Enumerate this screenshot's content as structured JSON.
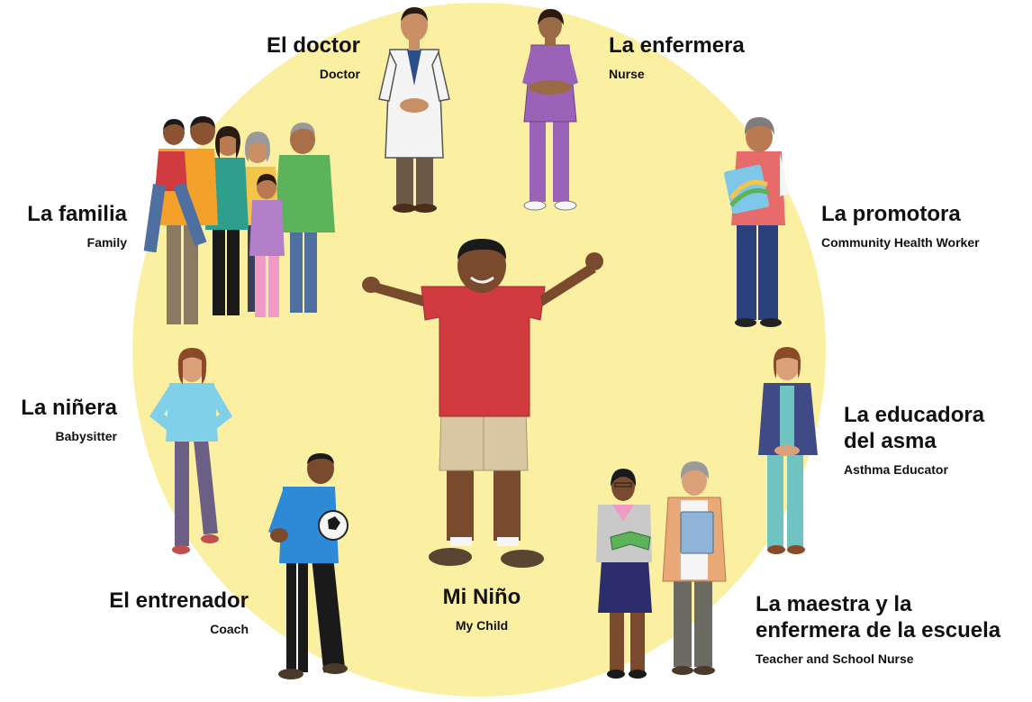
{
  "colors": {
    "circle": "#fbf0a2",
    "skin_dark": "#7a4a2e",
    "skin_medium": "#b97a52",
    "skin_light": "#d9a07a",
    "hair_dark": "#2a1a12",
    "hair_gray": "#9a9a9a",
    "child_shirt": "#d13a3f",
    "child_shorts": "#d8c7a2",
    "nurse_scrubs": "#9b63b8",
    "doctor_coat": "#f4f4f4",
    "promotora_vest": "#e76b6b",
    "promotora_pants": "#2b3f7a",
    "educator_cardigan": "#3f4a86",
    "educator_pants": "#6fc3c0",
    "babysitter_top": "#7fd0e8",
    "babysitter_pants": "#6b5f86",
    "coach_shirt": "#2e8ad6",
    "coach_pants": "#1a1a1a",
    "teacher_skirt": "#2b2e6a",
    "teacher_top": "#c9c9c9",
    "nurse2_jacket": "#e8a878",
    "nurse2_pants": "#6b6b63",
    "family_orange": "#f3a12a",
    "family_teal": "#2f9f8d",
    "family_green": "#5db35a",
    "family_pink": "#f09bc6",
    "family_purple": "#b47fc9"
  },
  "roles": [
    {
      "id": "doctor",
      "spanish": "El doctor",
      "english": "Doctor",
      "icon": "doctor-figure"
    },
    {
      "id": "nurse",
      "spanish": "La enfermera",
      "english": "Nurse",
      "icon": "nurse-figure"
    },
    {
      "id": "family",
      "spanish": "La familia",
      "english": "Family",
      "icon": "family-group-figure"
    },
    {
      "id": "promotora",
      "spanish": "La promotora",
      "english": "Community Health Worker",
      "icon": "community-health-worker-figure"
    },
    {
      "id": "babysitter",
      "spanish": "La niñera",
      "english": "Babysitter",
      "icon": "babysitter-figure"
    },
    {
      "id": "asthma_educator",
      "spanish_line1": "La educadora",
      "spanish_line2": "del asma",
      "english": "Asthma Educator",
      "icon": "asthma-educator-figure"
    },
    {
      "id": "coach",
      "spanish": "El entrenador",
      "english": "Coach",
      "icon": "coach-figure"
    },
    {
      "id": "child",
      "spanish": "Mi Niño",
      "english": "My Child",
      "icon": "child-figure"
    },
    {
      "id": "teacher_nurse",
      "spanish_line1": "La maestra y la",
      "spanish_line2": "enfermera de la escuela",
      "english": "Teacher and School Nurse",
      "icon": "teacher-and-school-nurse-figure"
    }
  ]
}
